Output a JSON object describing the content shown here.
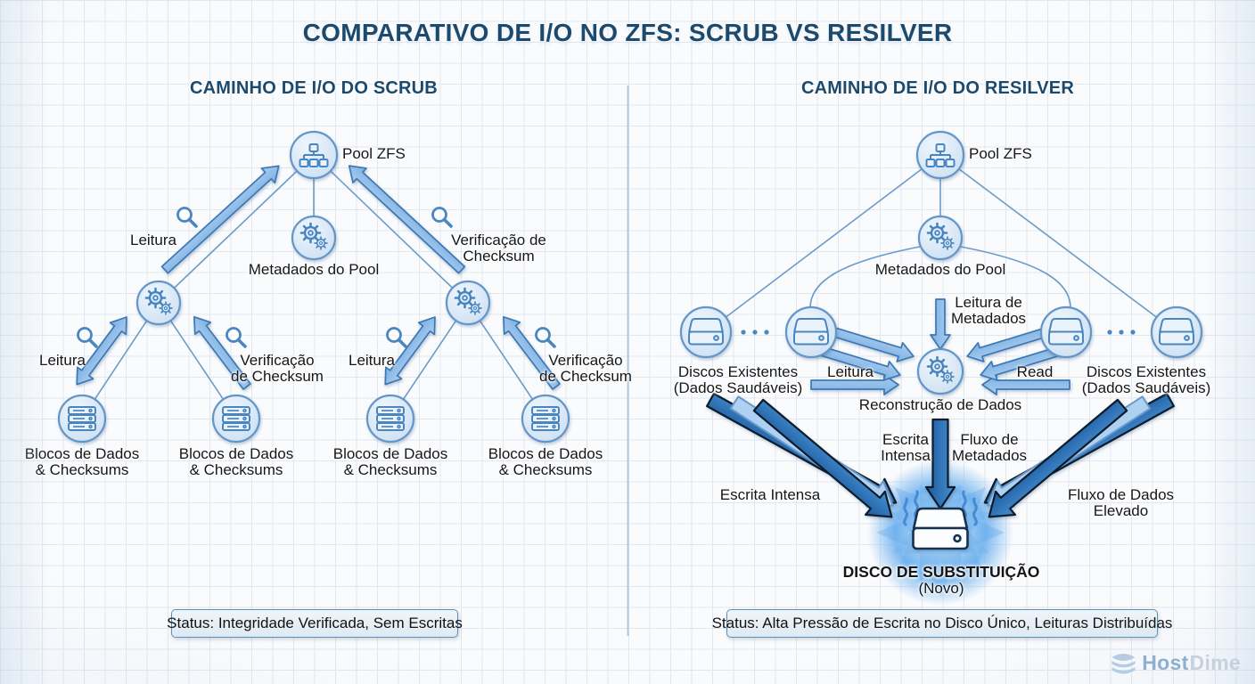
{
  "title": "COMPARATIVO DE I/O NO ZFS: SCRUB VS RESILVER",
  "scrub": {
    "subtitle": "CAMINHO DE I/O DO SCRUB",
    "pool_label": "Pool ZFS",
    "metadata_label": "Metadados do Pool",
    "read_label": "Leitura",
    "checksum_top_lines": [
      "Verificação de",
      "Checksum"
    ],
    "checksum_lines": [
      "Verificação",
      "de Checksum"
    ],
    "block_lines": [
      "Blocos de Dados",
      "& Checksums"
    ],
    "status": "Status: Integridade Verificada, Sem Escritas"
  },
  "resilver": {
    "subtitle": "CAMINHO DE I/O DO RESILVER",
    "pool_label": "Pool ZFS",
    "metadata_label": "Metadados do Pool",
    "metadata_read_lines": [
      "Leitura de",
      "Metadados"
    ],
    "disks_label_lines": [
      "Discos Existentes",
      "(Dados Saudáveis)"
    ],
    "read_left_label": "Leitura",
    "read_right_label": "Read",
    "reconstruction_label": "Reconstrução de Dados",
    "write_center_lines": [
      "Escrita",
      "Intensa"
    ],
    "metadata_flow_lines": [
      "Fluxo de",
      "Metadados"
    ],
    "write_left_label": "Escrita Intensa",
    "data_flow_lines": [
      "Fluxo de Dados",
      "Elevado"
    ],
    "replacement_label": "DISCO DE SUBSTITUIÇÃO",
    "replacement_sub_label": "(Novo)",
    "status": "Status: Alta Pressão de Escrita no Disco Único, Leituras Distribuídas"
  },
  "brand": {
    "host": "Host",
    "dime": "Dime"
  },
  "icons": {
    "pool": "sitemap-icon",
    "metadata": "gears-icon",
    "processing": "gears-icon",
    "blocks": "server-stack-icon",
    "disk": "hdd-icon",
    "inspect": "magnifier-icon",
    "replacement": "hdd-glow-icon",
    "separator": "ellipsis-dots",
    "brand": "layers-icon"
  },
  "colors": {
    "title": "#1c4a6e",
    "node_border": "#6496c8",
    "node_fill": "#d7e6f5",
    "icon_stroke": "#4a86c0",
    "arrow_light": "#8fbde9",
    "arrow_dark": "#2a72bd",
    "status_border": "#5d8fb5",
    "background": "#fafbfd",
    "grid_line": "#e1e7ee"
  }
}
